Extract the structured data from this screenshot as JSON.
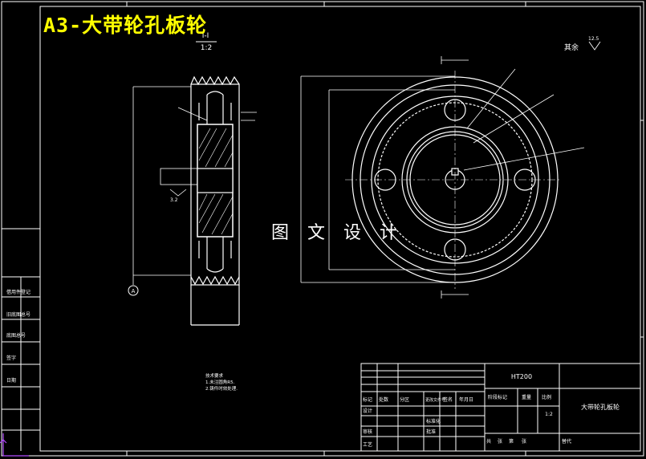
{
  "title": "A3-大带轮孔板轮",
  "watermark": "图 文 设 计",
  "section_view": {
    "label": "I-I",
    "scale": "1:2"
  },
  "roughness_note": {
    "text": "其余",
    "value": "12.5"
  },
  "datum_label": "A",
  "surface_mark": "3.2",
  "tech_requirements": [
    "技术要求",
    "1.未注圆角R5.",
    "2.铸件时效处理."
  ],
  "title_block": {
    "drawing_name": "大带轮孔板轮",
    "material": "HT200",
    "scale": "1:2",
    "header_labels": [
      "标记",
      "处数",
      "分区",
      "更改文件号",
      "签名",
      "年月日"
    ],
    "stage_labels": [
      "阶段标记",
      "重量",
      "比例"
    ],
    "row_labels": [
      "设计",
      "审核",
      "工艺",
      "标准化",
      "批准"
    ],
    "sheet_labels": [
      "共",
      "张",
      "第",
      "张",
      "替代"
    ]
  },
  "left_strip": [
    "借用件登记",
    "旧底图总号",
    "底图总号",
    "签字",
    "日期"
  ]
}
